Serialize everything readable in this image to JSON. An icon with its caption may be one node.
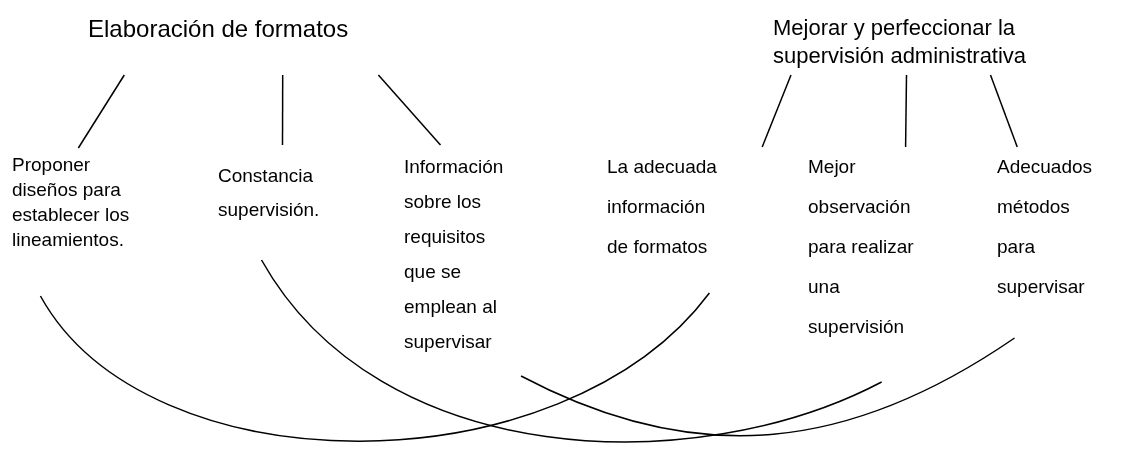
{
  "diagram": {
    "nodes": [
      {
        "text": [
          "Elaboración de formatos"
        ]
      },
      {
        "text": [
          "Proponer diseños para establecer los lineamientos."
        ]
      },
      {
        "text": [
          "Constancia supervisión."
        ]
      },
      {
        "text": [
          "Información sobre los requisitos que se emplean al supervisar"
        ]
      },
      {
        "text": [
          "Mejorar y perfeccionar la supervisión administrativa"
        ]
      },
      {
        "text": [
          "La adecuada información de formatos"
        ]
      },
      {
        "text": [
          "Mejor observación para realizar una supervisión"
        ]
      },
      {
        "text": [
          "Adecuados métodos para supervisar"
        ]
      }
    ],
    "edges": [
      {
        "from": 0,
        "to": 1,
        "arrow": "none"
      },
      {
        "from": 0,
        "to": 2,
        "arrow": "none"
      },
      {
        "from": 0,
        "to": 3,
        "arrow": "none"
      },
      {
        "from": 4,
        "to": 5,
        "arrow": "none"
      },
      {
        "from": 4,
        "to": 6,
        "arrow": "none"
      },
      {
        "from": 4,
        "to": 7,
        "arrow": "none"
      },
      {
        "from": 1,
        "to": 5,
        "arrow": "none"
      },
      {
        "from": 2,
        "to": 6,
        "arrow": "none"
      },
      {
        "from": 3,
        "to": 7,
        "arrow": "none"
      }
    ]
  }
}
